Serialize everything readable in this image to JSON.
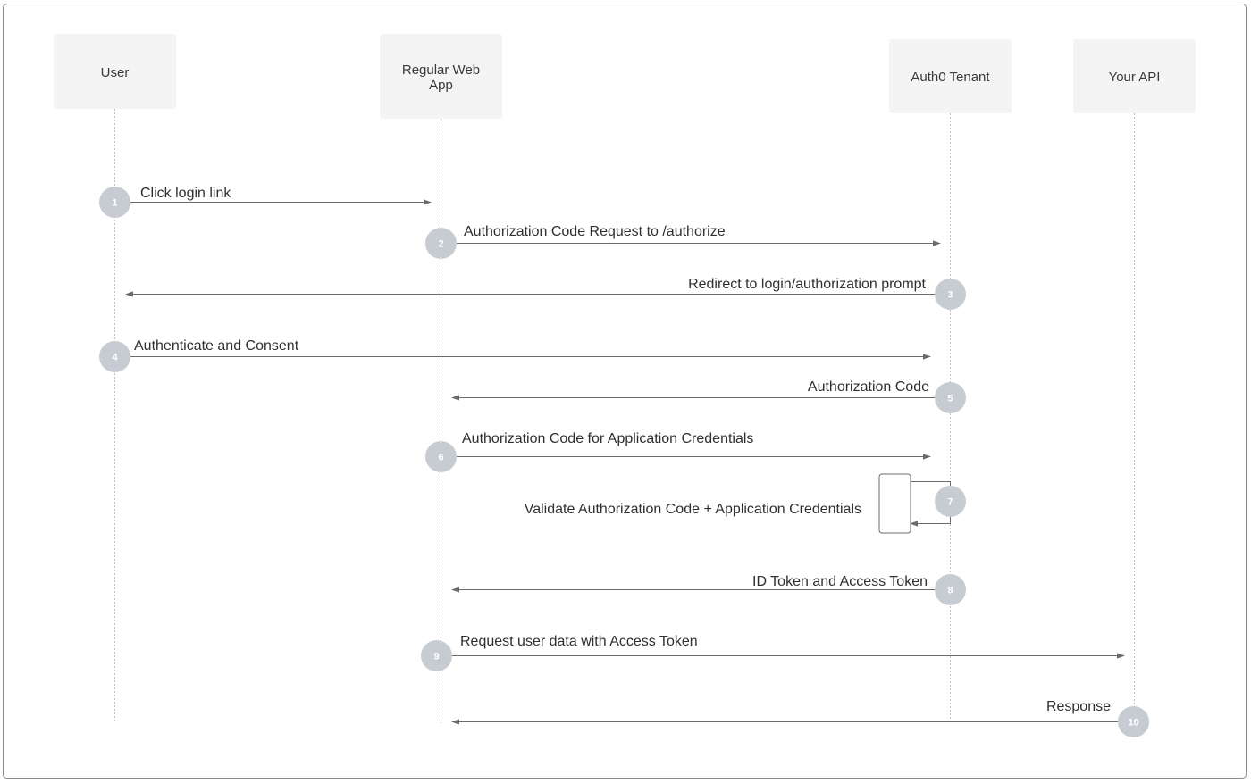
{
  "actors": {
    "user": {
      "label": "User"
    },
    "webapp": {
      "label_line1": "Regular Web",
      "label_line2": "App"
    },
    "tenant": {
      "label": "Auth0 Tenant"
    },
    "api": {
      "label": "Your API"
    }
  },
  "messages": [
    {
      "step": "1",
      "label": "Click login link"
    },
    {
      "step": "2",
      "label": "Authorization Code Request to /authorize"
    },
    {
      "step": "3",
      "label": "Redirect to login/authorization prompt"
    },
    {
      "step": "4",
      "label": "Authenticate and Consent"
    },
    {
      "step": "5",
      "label": "Authorization Code"
    },
    {
      "step": "6",
      "label": "Authorization Code for Application Credentials"
    },
    {
      "step": "7",
      "label": "Validate Authorization Code + Application Credentials"
    },
    {
      "step": "8",
      "label": "ID Token and Access Token"
    },
    {
      "step": "9",
      "label": "Request user data with Access Token"
    },
    {
      "step": "10",
      "label": "Response"
    }
  ],
  "colors": {
    "frame": "#8a8a8a",
    "actor_box": "#f4f4f4",
    "lifeline": "#c2c2c2",
    "arrow": "#6b6b6b",
    "step_circle": "#c7ccd3",
    "text": "#2f2f2f"
  }
}
